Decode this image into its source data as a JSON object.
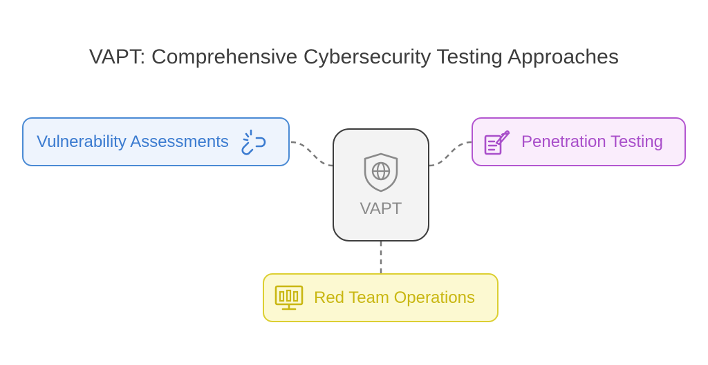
{
  "diagram": {
    "title": "VAPT: Comprehensive Cybersecurity Testing Approaches",
    "center": {
      "label": "VAPT",
      "icon": "shield-globe-icon"
    },
    "nodes": [
      {
        "id": "vulnerability",
        "label": "Vulnerability Assessments",
        "icon": "broken-link-icon",
        "color": "#4a8ad4"
      },
      {
        "id": "penetration",
        "label": "Penetration Testing",
        "icon": "signing-document-icon",
        "color": "#b356d0"
      },
      {
        "id": "red-team",
        "label": "Red Team Operations",
        "icon": "computer-monitor-icon",
        "color": "#dccf32"
      }
    ]
  }
}
